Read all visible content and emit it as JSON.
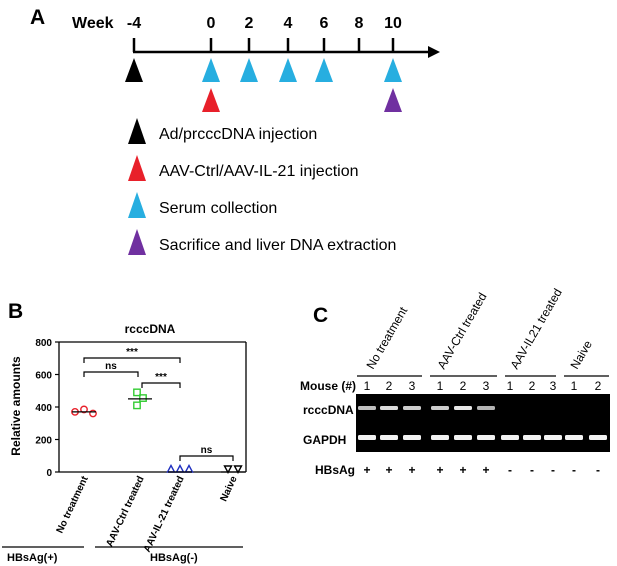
{
  "panel_a": {
    "label": "A",
    "week_label": "Week",
    "weeks": [
      "-4",
      "0",
      "2",
      "4",
      "6",
      "8",
      "10"
    ],
    "legend": [
      {
        "color": "#000000",
        "text": "Ad/prcccDNA injection"
      },
      {
        "color": "#e8202a",
        "text": "AAV-Ctrl/AAV-IL-21 injection"
      },
      {
        "color": "#27aee0",
        "text": "Serum collection"
      },
      {
        "color": "#7030a0",
        "text": "Sacrifice and liver DNA extraction"
      }
    ]
  },
  "panel_b": {
    "label": "B",
    "chart_data": {
      "type": "scatter",
      "title": "rcccDNA",
      "ylabel": "Relative amounts",
      "ylim": [
        0,
        800
      ],
      "yticks": [
        "0",
        "200",
        "400",
        "600",
        "800"
      ],
      "categories": [
        "No treatment",
        "AAV-Ctrl treated",
        "AAV-IL-21 treated",
        "Naive"
      ],
      "series": [
        {
          "values": [
            [
              370,
              385,
              360
            ],
            [
              490,
              455,
              410
            ],
            [
              0,
              0,
              0
            ],
            [
              0,
              0
            ]
          ],
          "colors": [
            "#e8202a",
            "#33cc33",
            "#2030c0",
            "#000000"
          ],
          "markers": [
            "circle",
            "square",
            "triangle",
            "triangle-down"
          ]
        }
      ],
      "means": [
        370,
        450,
        0,
        0
      ],
      "significance": [
        "ns",
        "***",
        "***",
        "ns"
      ],
      "groups": [
        "HBsAg(+)",
        "HBsAg(-)"
      ]
    }
  },
  "panel_c": {
    "label": "C",
    "groups": [
      "No treatment",
      "AAV-Ctrl treated",
      "AAV-IL21 treated",
      "Naive"
    ],
    "mouse_label": "Mouse (#)",
    "mouse_numbers": [
      "1",
      "2",
      "3",
      "1",
      "2",
      "3",
      "1",
      "2",
      "3",
      "1",
      "2"
    ],
    "rows": [
      "rcccDNA",
      "GAPDH"
    ],
    "hbsag_label": "HBsAg",
    "hbsag": [
      "+",
      "+",
      "+",
      "+",
      "+",
      "+",
      "-",
      "-",
      "-",
      "-",
      "-"
    ]
  }
}
